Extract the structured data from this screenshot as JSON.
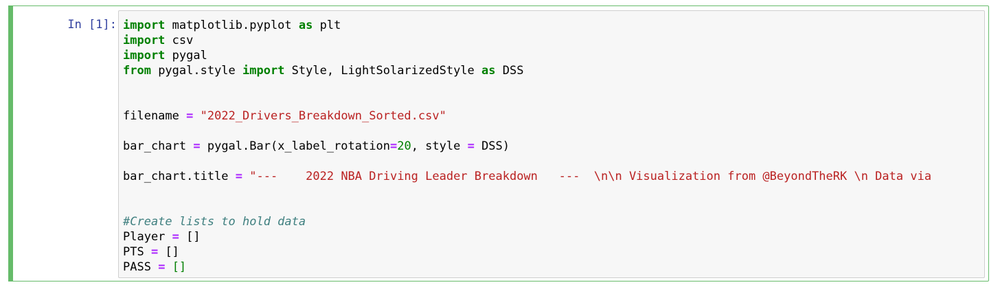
{
  "colors": {
    "cell_border": "#66bb6a",
    "prompt": "#303f9f",
    "editor_bg": "#f7f7f7",
    "keyword": "#008000",
    "operator": "#aa22ff",
    "string": "#ba2121",
    "comment": "#408080"
  },
  "cell": {
    "prompt": "In [1]:",
    "lines": [
      [
        {
          "t": "import",
          "c": "kw"
        },
        {
          "t": " matplotlib.pyplot ",
          "c": ""
        },
        {
          "t": "as",
          "c": "kw"
        },
        {
          "t": " plt",
          "c": ""
        }
      ],
      [
        {
          "t": "import",
          "c": "kw"
        },
        {
          "t": " csv",
          "c": ""
        }
      ],
      [
        {
          "t": "import",
          "c": "kw"
        },
        {
          "t": " pygal",
          "c": ""
        }
      ],
      [
        {
          "t": "from",
          "c": "kw"
        },
        {
          "t": " pygal.style ",
          "c": ""
        },
        {
          "t": "import",
          "c": "kw"
        },
        {
          "t": " Style, LightSolarizedStyle ",
          "c": ""
        },
        {
          "t": "as",
          "c": "kw"
        },
        {
          "t": " DSS",
          "c": ""
        }
      ],
      [],
      [],
      [
        {
          "t": "filename ",
          "c": ""
        },
        {
          "t": "=",
          "c": "op"
        },
        {
          "t": " ",
          "c": ""
        },
        {
          "t": "\"2022_Drivers_Breakdown_Sorted.csv\"",
          "c": "str"
        }
      ],
      [],
      [
        {
          "t": "bar_chart ",
          "c": ""
        },
        {
          "t": "=",
          "c": "op"
        },
        {
          "t": " pygal.Bar(x_label_rotation",
          "c": ""
        },
        {
          "t": "=",
          "c": "op"
        },
        {
          "t": "20",
          "c": "num"
        },
        {
          "t": ", style ",
          "c": ""
        },
        {
          "t": "=",
          "c": "op"
        },
        {
          "t": " DSS)",
          "c": ""
        }
      ],
      [],
      [
        {
          "t": "bar_chart.title ",
          "c": ""
        },
        {
          "t": "=",
          "c": "op"
        },
        {
          "t": " ",
          "c": ""
        },
        {
          "t": "\"---    2022 NBA Driving Leader Breakdown   ---  \\n\\n Visualization from @BeyondTheRK \\n Data via",
          "c": "str"
        }
      ],
      [],
      [],
      [
        {
          "t": "#Create lists to hold data",
          "c": "cmt"
        }
      ],
      [
        {
          "t": "Player ",
          "c": ""
        },
        {
          "t": "=",
          "c": "op"
        },
        {
          "t": " []",
          "c": ""
        }
      ],
      [
        {
          "t": "PTS ",
          "c": ""
        },
        {
          "t": "=",
          "c": "op"
        },
        {
          "t": " []",
          "c": ""
        }
      ],
      [
        {
          "t": "PASS ",
          "c": ""
        },
        {
          "t": "=",
          "c": "op"
        },
        {
          "t": " ",
          "c": ""
        },
        {
          "t": "[]",
          "c": "grn"
        }
      ]
    ]
  }
}
